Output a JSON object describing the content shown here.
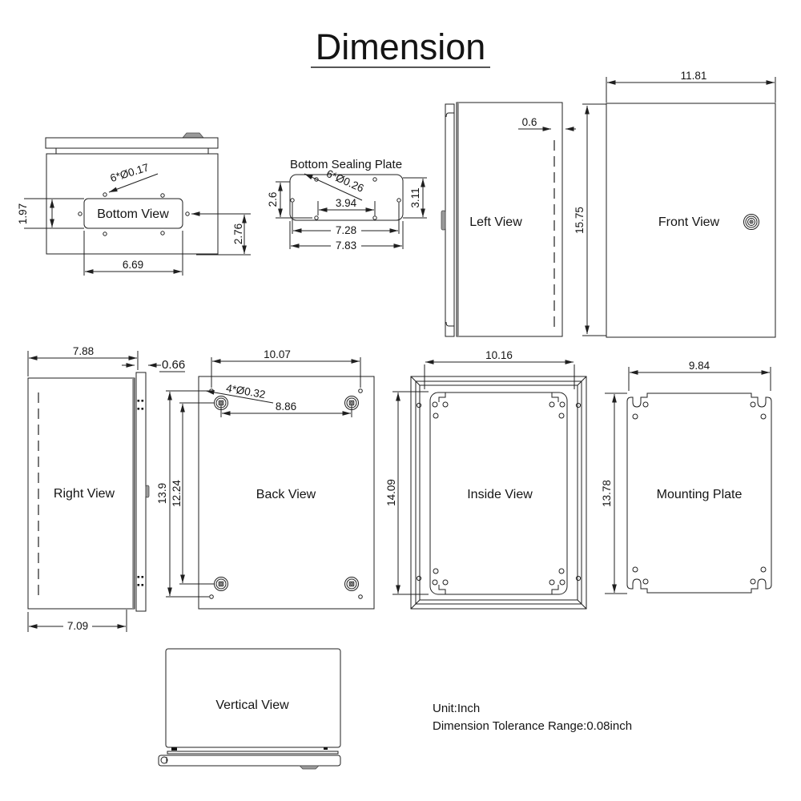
{
  "title": "Dimension",
  "views": {
    "bottom": {
      "label": "Bottom View",
      "dims": {
        "holes": "6*Ø0.17",
        "pattern_height": "1.97",
        "offset_right": "2.76",
        "pattern_width": "6.69"
      }
    },
    "sealing_plate": {
      "label": "Bottom Sealing Plate",
      "dims": {
        "holes": "6*Ø0.26",
        "height_left": "2.6",
        "inner_width": "3.94",
        "height_right": "3.11",
        "mid_width": "7.28",
        "width": "7.83"
      }
    },
    "left": {
      "label": "Left View",
      "dims": {
        "door_offset": "0.6"
      }
    },
    "front": {
      "label": "Front View",
      "dims": {
        "width": "11.81",
        "height": "15.75"
      }
    },
    "right": {
      "label": "Right View",
      "dims": {
        "depth_total": "7.88",
        "door_thickness": "0.66",
        "depth_body": "7.09"
      }
    },
    "back": {
      "label": "Back View",
      "dims": {
        "hole_span_w": "10.07",
        "holes": "4*Ø0.32",
        "boss_span_w": "8.86",
        "hole_span_h": "13.9",
        "boss_span_h": "12.24"
      }
    },
    "inside": {
      "label": "Inside View",
      "dims": {
        "width": "10.16",
        "height": "14.09"
      }
    },
    "mounting_plate": {
      "label": "Mounting Plate",
      "dims": {
        "width": "9.84",
        "height": "13.78"
      }
    },
    "vertical": {
      "label": "Vertical View"
    }
  },
  "notes": {
    "unit": "Unit:Inch",
    "tolerance": "Dimension Tolerance Range:0.08inch"
  },
  "colors": {
    "line": "#1f1f1f",
    "shade": "#9a9a9a",
    "background": "#ffffff"
  }
}
